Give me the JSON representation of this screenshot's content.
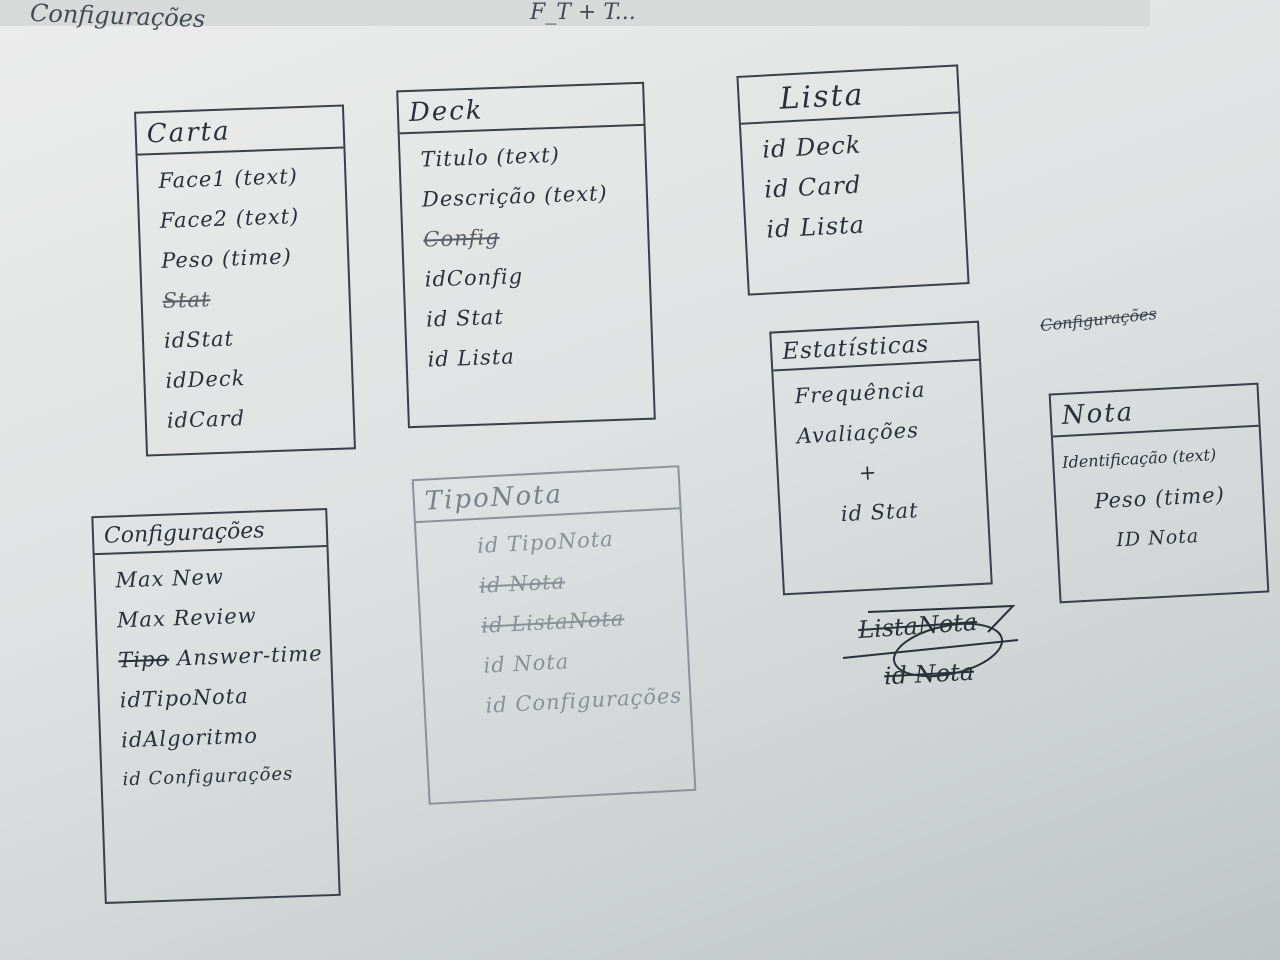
{
  "top": {
    "left_text": "Configurações",
    "center_text": "F_T + T..."
  },
  "tables": {
    "carta": {
      "title": "Carta",
      "fields": [
        "Face1 (text)",
        "Face2 (text)",
        "Peso (time)",
        "Stat",
        "idStat",
        "idDeck",
        "idCard"
      ]
    },
    "deck": {
      "title": "Deck",
      "fields": [
        "Titulo (text)",
        "Descrição (text)",
        "Config",
        "idConfig",
        "id Stat",
        "id Lista"
      ]
    },
    "lista": {
      "title": "Lista",
      "fields": [
        "id Deck",
        "id Card",
        "id Lista"
      ]
    },
    "estatisticas": {
      "title": "Estatísticas",
      "fields": [
        "Frequência",
        "Avaliações",
        "+",
        "id Stat"
      ]
    },
    "nota": {
      "title": "Nota",
      "fields": [
        "Identificação (text)",
        "Peso (time)",
        "ID Nota"
      ]
    },
    "configuracoes": {
      "title": "Configurações",
      "fields": [
        "Max New",
        "Max Review",
        "Tipo",
        "Answer-time",
        "idTipoNota",
        "idAlgoritmo",
        "id Configurações"
      ]
    },
    "tiponota": {
      "title": "TipoNota",
      "fields": [
        "id TipoNota",
        "id Nota",
        "id ListaNota",
        "id Nota",
        "id Configurações"
      ]
    }
  },
  "loose": {
    "scribbled_heading": "Configurações",
    "listanota_title": "ListaNota",
    "listanota_field": "id Nota"
  }
}
